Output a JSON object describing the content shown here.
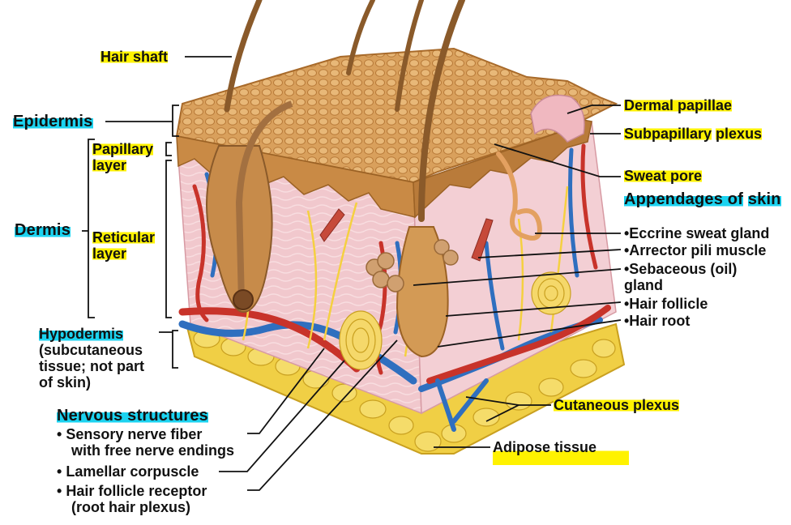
{
  "colors": {
    "highlight_yellow": "#fff200",
    "highlight_cyan": "#1cd3f0",
    "epidermis": "#c98a45",
    "dermis": "#f0c6cc",
    "adipose": "#f2d24a",
    "artery": "#c8332a",
    "vein": "#2f6fbf",
    "nerve": "#f5d040"
  },
  "labels": {
    "hair_shaft": "Hair shaft",
    "epidermis": "Epidermis",
    "dermis": "Dermis",
    "papillary_1": "Papillary",
    "papillary_2": "layer",
    "reticular_1": "Reticular",
    "reticular_2": "layer",
    "hypodermis": "Hypodermis",
    "hypodermis_sub_1": "(subcutaneous",
    "hypodermis_sub_2": "tissue; not part",
    "hypodermis_sub_3": "of skin)",
    "nervous_title": "Nervous structures",
    "nerve_1a": "Sensory nerve fiber",
    "nerve_1b": "with free nerve endings",
    "nerve_2": "Lamellar corpuscle",
    "nerve_3a": "Hair follicle receptor",
    "nerve_3b": "(root hair plexus)",
    "dermal_papillae": "Dermal papillae",
    "subpapillary_1": "Subpapillary",
    "subpapillary_2": "plexus",
    "sweat_pore": "Sweat pore",
    "appendages_1": "Appendages of",
    "appendages_2": "skin",
    "eccrine": "•Eccrine sweat gland",
    "arrector": "•Arrector pili muscle",
    "sebaceous_1": "•Sebaceous (oil)",
    "sebaceous_2": "gland",
    "hair_follicle": "•Hair follicle",
    "hair_root": "•Hair root",
    "cutaneous_plexus": "Cutaneous plexus",
    "adipose_tissue": "Adipose tissue",
    "bullet": "•"
  }
}
